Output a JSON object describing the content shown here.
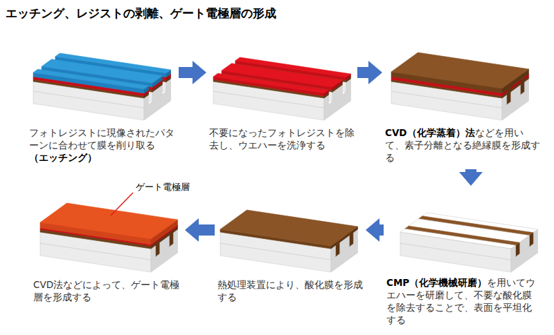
{
  "diagram": {
    "title": "エッチング、レジストの剥離、ゲート電極層の形成",
    "nodes": [
      {
        "text": [
          "フォトレジストに現像されたパターンに合わせて膜を削り取る",
          "（エッチング）"
        ]
      },
      {
        "text": [
          "不要になったフォトレジストを除去し、ウエハーを洗浄する"
        ]
      },
      {
        "text": [
          "CVD（化学蒸着）法",
          "などを用いて、素子分離となる絶縁膜を形成する"
        ]
      },
      {
        "text": [
          "CMP（化学機械研磨）",
          "を用いてウエハーを研磨して、不要な酸化膜を除去することで、表面を平坦化する"
        ]
      },
      {
        "text": [
          "熱処理装置により、酸化膜を形成する"
        ]
      },
      {
        "text": [
          "CVD法などによって、ゲート電極層を形成する"
        ]
      }
    ],
    "edges": [
      {
        "from": 0,
        "to": 1,
        "arrow": "to"
      },
      {
        "from": 1,
        "to": 2,
        "arrow": "to"
      },
      {
        "from": 2,
        "to": 3,
        "arrow": "to"
      },
      {
        "from": 3,
        "to": 4,
        "arrow": "to"
      },
      {
        "from": 4,
        "to": 5,
        "arrow": "to"
      }
    ],
    "labels": [
      "ゲート電極層"
    ]
  }
}
